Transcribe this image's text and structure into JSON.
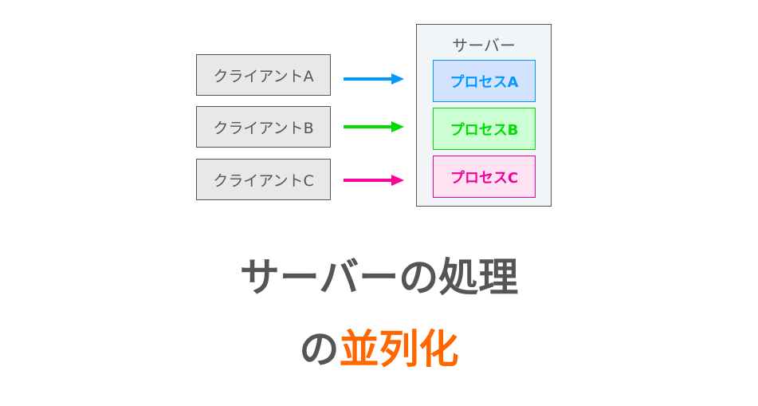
{
  "clients": [
    {
      "label": "クライアントA",
      "color": "#0099ff"
    },
    {
      "label": "クライアントB",
      "color": "#00dd00"
    },
    {
      "label": "クライアントC",
      "color": "#ff0099"
    }
  ],
  "server": {
    "title": "サーバー",
    "processes": [
      {
        "label": "プロセスA",
        "color": "#0099ff",
        "bg": "#d3e2ff"
      },
      {
        "label": "プロセスB",
        "color": "#00dd00",
        "bg": "#ccffd4"
      },
      {
        "label": "プロセスC",
        "color": "#ee0099",
        "bg": "#ffe2f2"
      }
    ]
  },
  "headline": {
    "line1": "サーバーの処理",
    "line2_prefix": "の",
    "line2_highlight": "並列化",
    "highlight_color": "#ff6600"
  }
}
